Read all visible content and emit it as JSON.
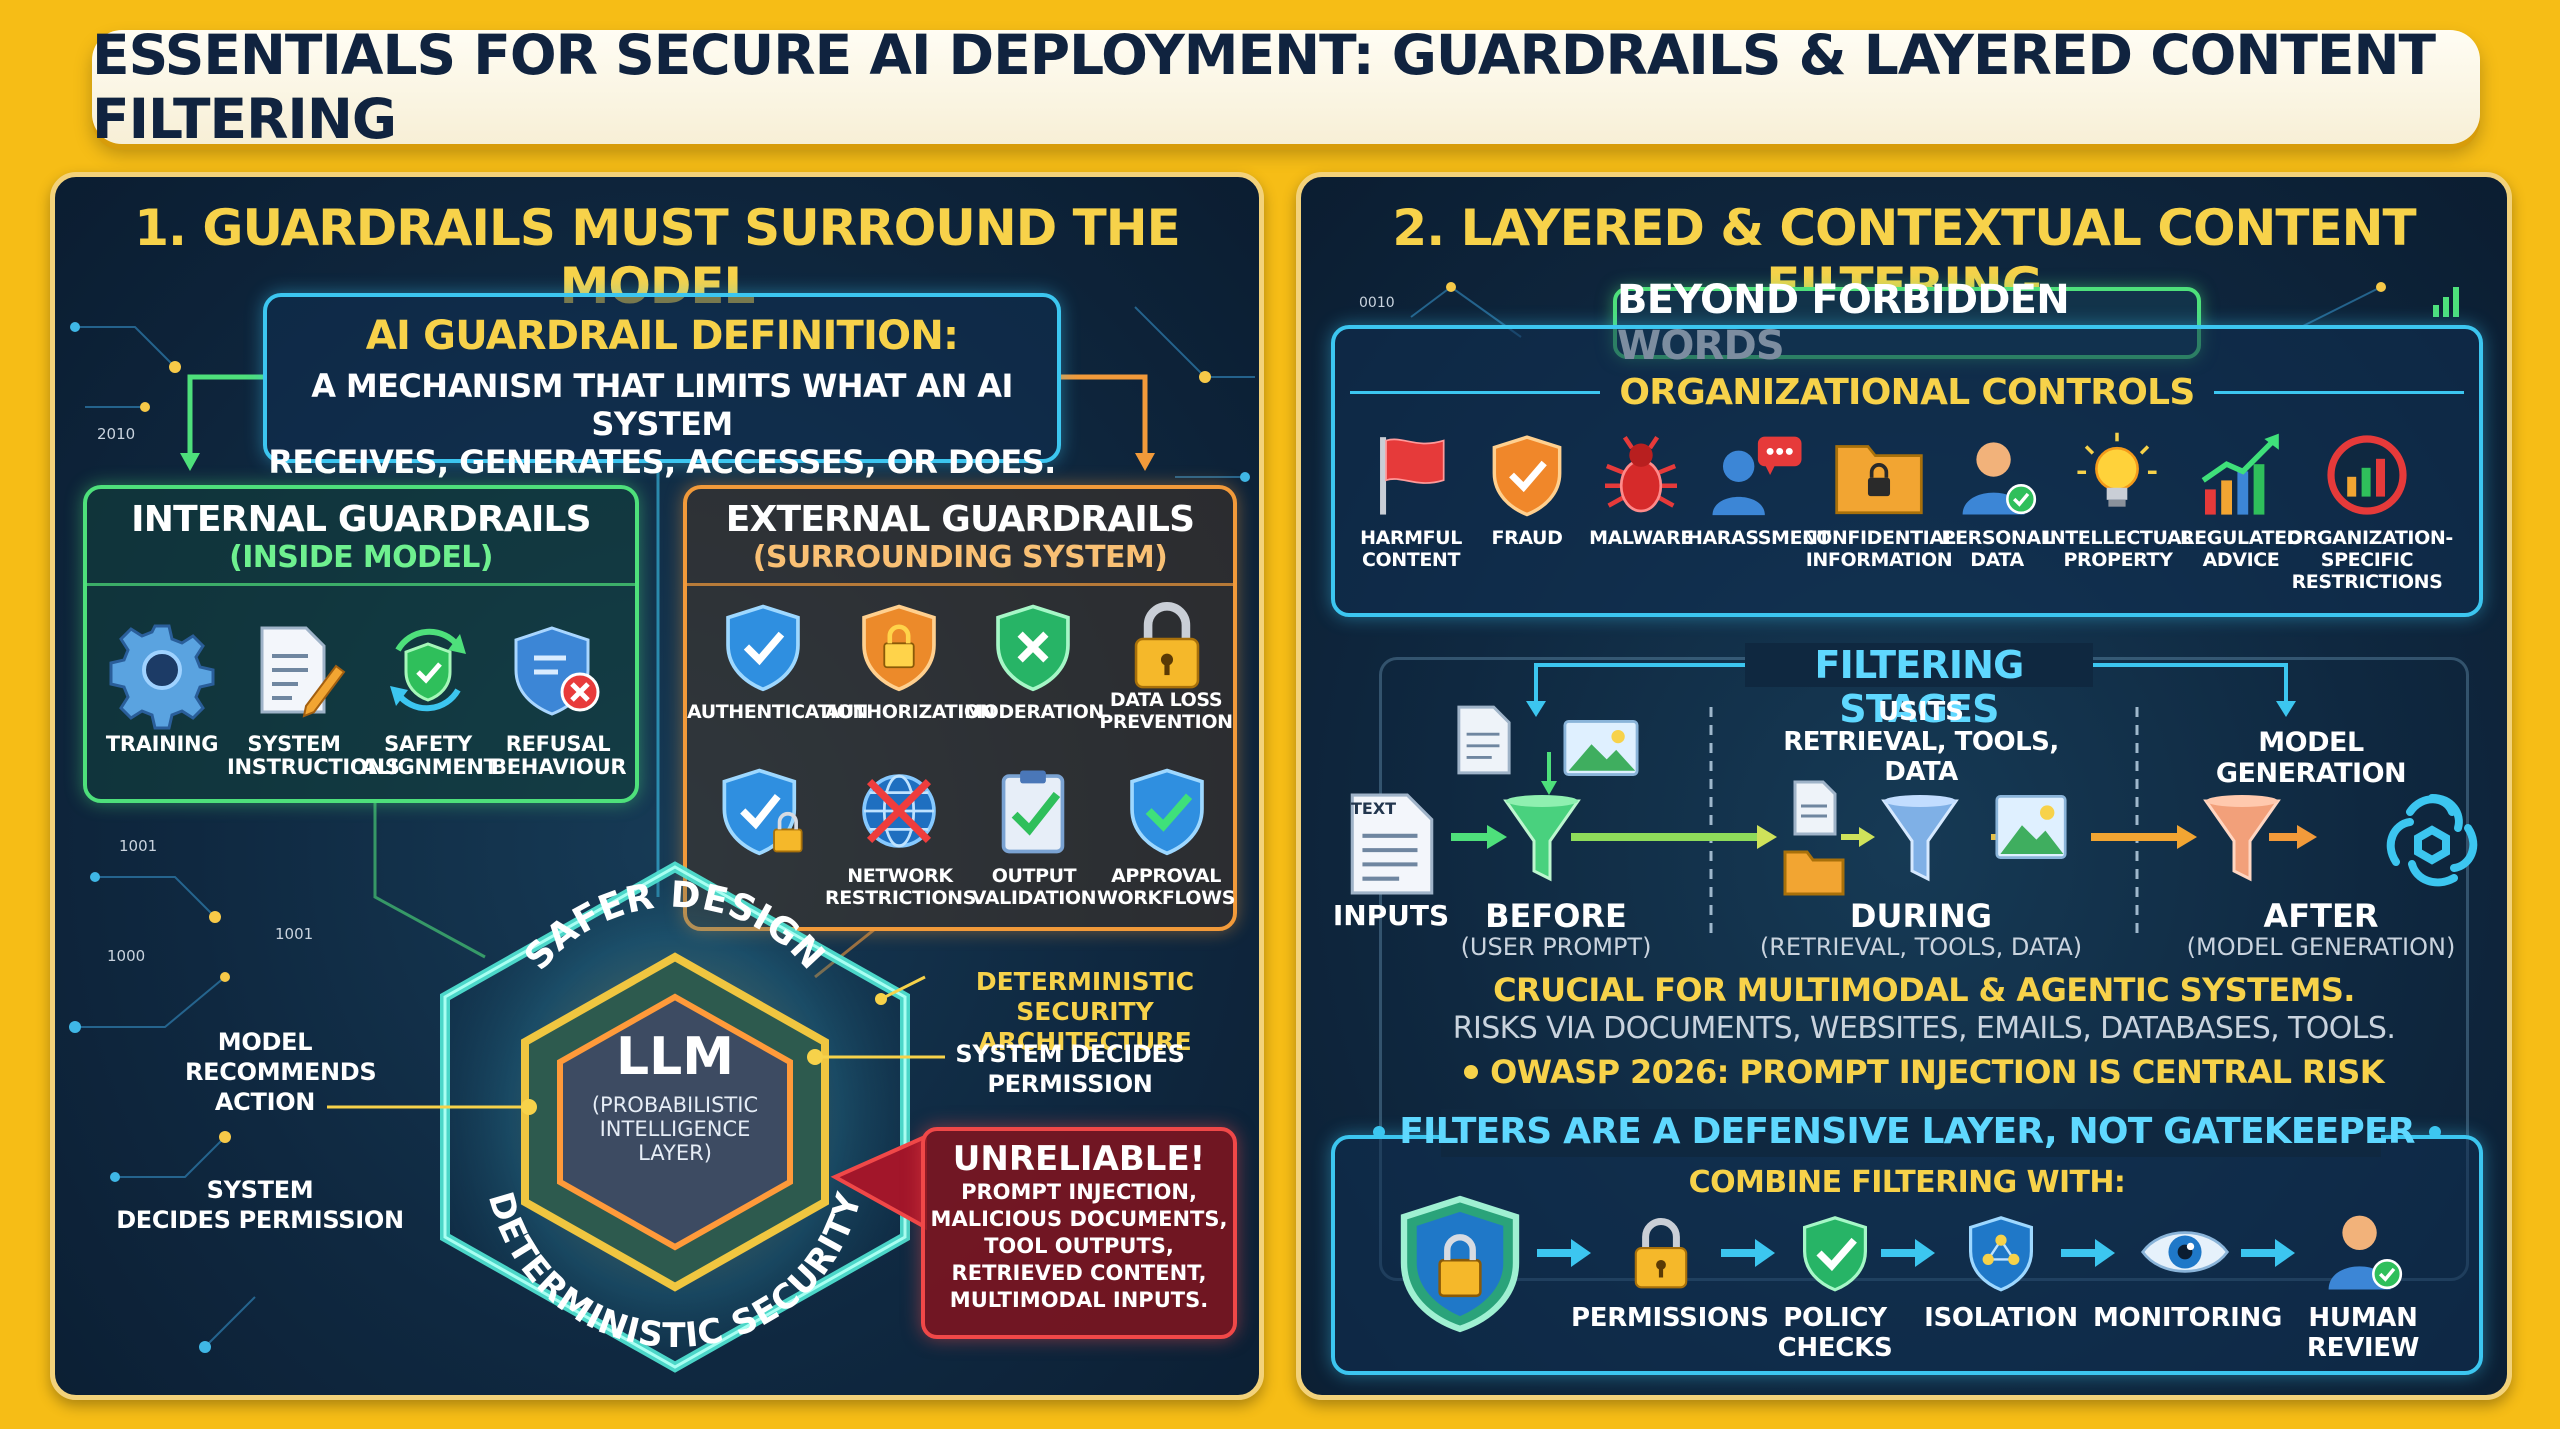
{
  "title": "ESSENTIALS FOR SECURE AI DEPLOYMENT: GUARDRAILS & LAYERED CONTENT FILTERING",
  "left": {
    "title": "1. GUARDRAILS MUST SURROUND THE MODEL",
    "definition": {
      "heading": "AI GUARDRAIL DEFINITION:",
      "line1": "A MECHANISM THAT LIMITS WHAT AN AI SYSTEM",
      "line2": "RECEIVES, GENERATES, ACCESSES, OR DOES."
    },
    "internal": {
      "heading": "INTERNAL GUARDRAILS",
      "sub": "(INSIDE MODEL)",
      "items": [
        {
          "l1": "TRAINING",
          "l2": "",
          "icon": "gear-icon"
        },
        {
          "l1": "SYSTEM",
          "l2": "INSTRUCTIONS",
          "icon": "document-pencil-icon"
        },
        {
          "l1": "SAFETY",
          "l2": "ALIGNMENT",
          "icon": "shield-cycle-icon"
        },
        {
          "l1": "REFUSAL",
          "l2": "BEHAVIOUR",
          "icon": "shield-x-icon"
        }
      ]
    },
    "external": {
      "heading": "EXTERNAL GUARDRAILS",
      "sub": "(SURROUNDING SYSTEM)",
      "row1": [
        {
          "l1": "AUTHENTICATION",
          "l2": "",
          "icon": "shield-check-icon"
        },
        {
          "l1": "AUTHORIZATION",
          "l2": "",
          "icon": "shield-lock-icon"
        },
        {
          "l1": "MODERATION",
          "l2": "",
          "icon": "shield-x-green-icon"
        },
        {
          "l1": "DATA LOSS",
          "l2": "PREVENTION",
          "icon": "padlock-icon"
        }
      ],
      "row2": [
        {
          "l1": "",
          "l2": "",
          "icon": "shield-check-lock-icon"
        },
        {
          "l1": "NETWORK",
          "l2": "RESTRICTIONS",
          "icon": "globe-blocked-icon"
        },
        {
          "l1": "OUTPUT",
          "l2": "VALIDATION",
          "icon": "clipboard-check-icon"
        },
        {
          "l1": "APPROVAL",
          "l2": "WORKFLOWS",
          "icon": "shield-check-green-icon"
        }
      ]
    },
    "hex": {
      "top_arc": "SAFER DESIGN",
      "bottom_arc": "DETERMINISTIC SECURITY",
      "llm": "LLM",
      "llm_sub1": "(PROBABILISTIC",
      "llm_sub2": "INTELLIGENCE",
      "llm_sub3": "LAYER)"
    },
    "callouts": {
      "model_recommends_1": "MODEL",
      "model_recommends_2": "RECOMMENDS",
      "model_recommends_3": "ACTION",
      "system_decides_left_1": "SYSTEM",
      "system_decides_left_2": "DECIDES PERMISSION",
      "det_arch_1": "DETERMINISTIC SECURITY",
      "det_arch_2": "ARCHITECTURE",
      "system_decides_right_1": "SYSTEM DECIDES",
      "system_decides_right_2": "PERMISSION"
    },
    "unreliable": {
      "heading": "UNRELIABLE!",
      "lines": [
        "PROMPT INJECTION,",
        "MALICIOUS DOCUMENTS,",
        "TOOL OUTPUTS,",
        "RETRIEVED CONTENT,",
        "MULTIMODAL INPUTS."
      ]
    },
    "deco": {
      "num1": "2010",
      "num2": "1001",
      "num3": "1001",
      "num4": "1000"
    }
  },
  "right": {
    "title": "2. LAYERED & CONTEXTUAL CONTENT FILTERING",
    "beyond": "BEYOND FORBIDDEN WORDS",
    "org_controls": "ORGANIZATIONAL CONTROLS",
    "controls": [
      {
        "l1": "HARMFUL",
        "l2": "CONTENT",
        "l3": "",
        "icon": "red-flag-icon"
      },
      {
        "l1": "FRAUD",
        "l2": "",
        "l3": "",
        "icon": "shield-check-orange-icon"
      },
      {
        "l1": "MALWARE",
        "l2": "",
        "l3": "",
        "icon": "bug-icon"
      },
      {
        "l1": "HARASSMENT",
        "l2": "",
        "l3": "",
        "icon": "person-speech-icon"
      },
      {
        "l1": "CONFIDENTIAL",
        "l2": "INFORMATION",
        "l3": "",
        "icon": "folder-lock-icon"
      },
      {
        "l1": "PERSONAL",
        "l2": "DATA",
        "l3": "",
        "icon": "person-check-icon"
      },
      {
        "l1": "INTELLECTUAL",
        "l2": "PROPERTY",
        "l3": "",
        "icon": "lightbulb-icon"
      },
      {
        "l1": "REGULATED",
        "l2": "ADVICE",
        "l3": "",
        "icon": "growth-chart-icon"
      },
      {
        "l1": "ORGANIZATION-",
        "l2": "SPECIFIC",
        "l3": "RESTRICTIONS",
        "icon": "restricted-chart-icon"
      }
    ],
    "stages": {
      "heading": "FILTERING STAGES",
      "usits": "USITS",
      "usits_sub": "RETRIEVAL, TOOLS, DATA",
      "model_generation": "MODEL GENERATION",
      "text_doc": "TEXT",
      "inputs": "INPUTS",
      "before": "BEFORE",
      "before_sub": "(USER PROMPT)",
      "during": "DURING",
      "during_sub": "(RETRIEVAL, TOOLS, DATA)",
      "after": "AFTER",
      "after_sub": "(MODEL GENERATION)",
      "crucial": "CRUCIAL FOR MULTIMODAL & AGENTIC SYSTEMS.",
      "risks": "RISKS VIA DOCUMENTS, WEBSITES, EMAILS, DATABASES, TOOLS.",
      "owasp": "OWASP 2026: PROMPT INJECTION IS CENTRAL RISK"
    },
    "defensive": {
      "heading": "FILTERS ARE A DEFENSIVE LAYER, NOT GATEKEEPER",
      "combine": "COMBINE FILTERING WITH:",
      "items": [
        {
          "l1": "PERMISSIONS",
          "l2": "",
          "icon": "padlock-icon"
        },
        {
          "l1": "POLICY",
          "l2": "CHECKS",
          "icon": "shield-check-green-icon"
        },
        {
          "l1": "ISOLATION",
          "l2": "",
          "icon": "shield-network-icon"
        },
        {
          "l1": "MONITORING",
          "l2": "",
          "icon": "eye-icon"
        },
        {
          "l1": "HUMAN",
          "l2": "REVIEW",
          "icon": "person-check-icon"
        }
      ]
    },
    "deco": {
      "num1": "0010"
    }
  },
  "colors": {
    "background": "#f6bd16",
    "panel": "#0f2840",
    "accent_yellow": "#f7d24a",
    "internal_green": "#4ee07b",
    "external_orange": "#f29a3a",
    "cyan": "#3cc6f0",
    "alert_red": "#f04848"
  }
}
